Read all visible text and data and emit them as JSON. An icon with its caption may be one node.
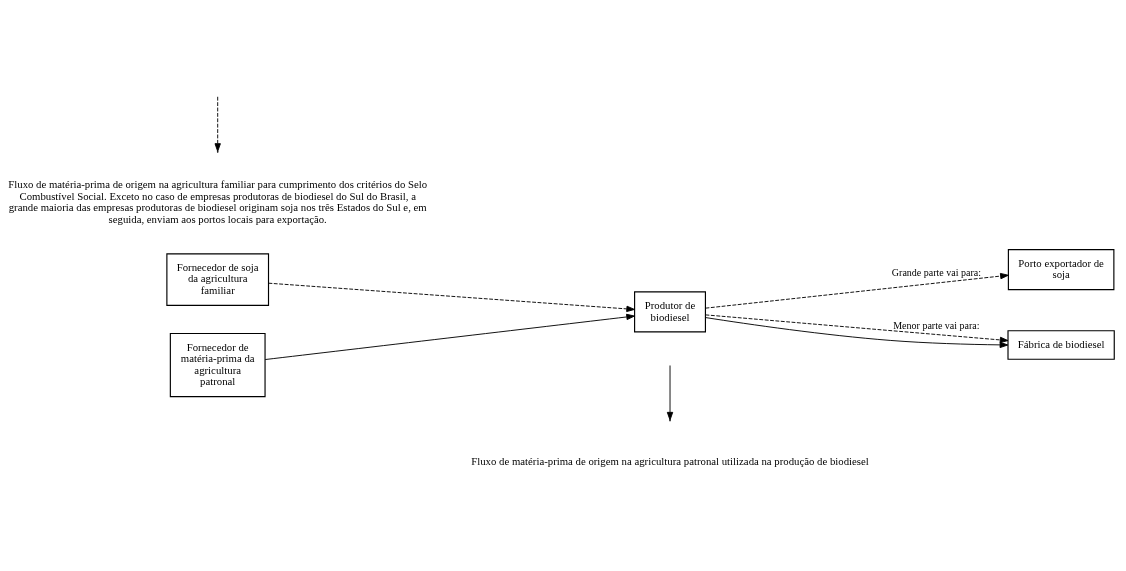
{
  "diagram": {
    "nodes": [
      {
        "text": [
          "Fornecedor de soja da agricultura familiar"
        ]
      },
      {
        "text": [
          "Fornecedor de matéria-prima da agricultura patronal"
        ]
      },
      {
        "text": [
          "Produtor de biodiesel"
        ]
      },
      {
        "text": [
          "Porto exportador de soja"
        ]
      },
      {
        "text": [
          "Fábrica de biodiesel"
        ]
      }
    ],
    "edges": [
      {
        "from": 0,
        "to": 2,
        "arrow": "to",
        "style": "dashed"
      },
      {
        "from": 1,
        "to": 2,
        "arrow": "to"
      },
      {
        "from": 2,
        "to": 3,
        "arrow": "to",
        "style": "dashed",
        "label": "Grande parte vai para:"
      },
      {
        "from": 2,
        "to": 4,
        "arrow": "to",
        "style": "dashed",
        "label": "Menor parte vai para:"
      },
      {
        "from": 2,
        "to": 4,
        "arrow": "to"
      }
    ],
    "legend": [
      {
        "text": "Fluxo de matéria-prima de origem na agricultura patronal utilizada na produção de biodiesel"
      },
      {
        "text": "Fluxo de matéria-prima de origem na agricultura familiar para cumprimento dos critérios do Selo Combustível Social. Exceto no caso de empresas produtoras de biodiesel do Sul do Brasil, a grande maioria das empresas produtoras de biodiesel originam soja nos três Estados do Sul e, em seguida, enviam aos portos locais para exportação."
      }
    ]
  }
}
